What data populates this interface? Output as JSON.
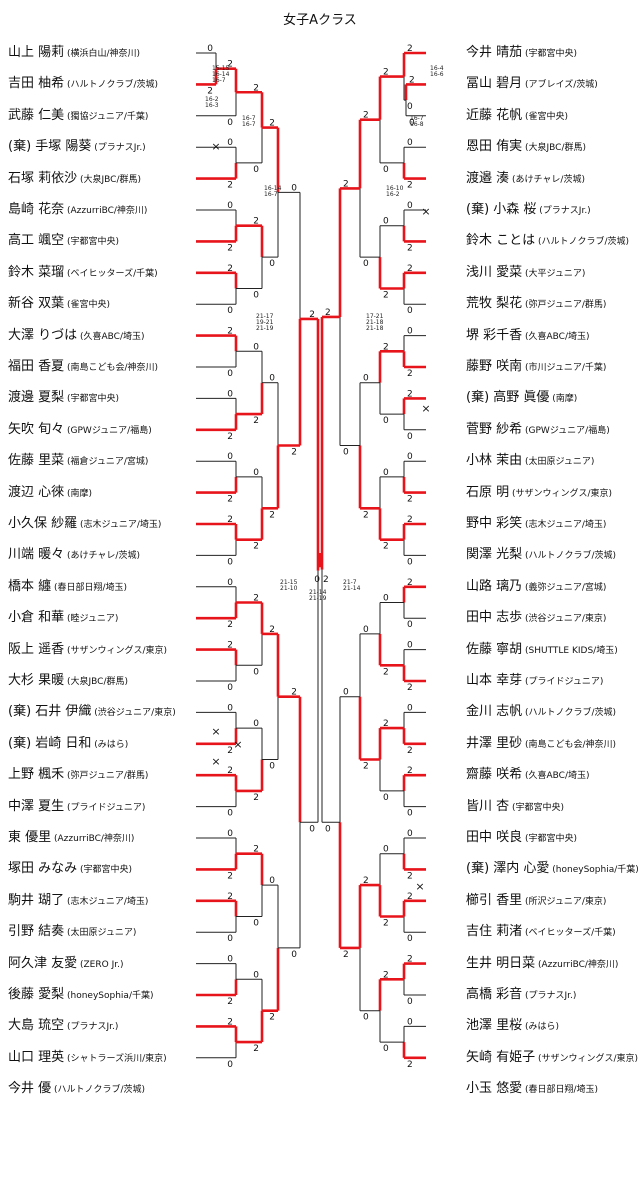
{
  "title": "女子Aクラス",
  "left": [
    {
      "name": "山上 陽莉",
      "club": "(横浜白山/神奈川)"
    },
    {
      "name": "吉田 柚希",
      "club": "(ハルトノクラブ/茨城)"
    },
    {
      "name": "武藤 仁美",
      "club": "(獨協ジュニア/千葉)"
    },
    {
      "name": "(棄) 手塚 陽葵",
      "club": "(プラナスJr.)"
    },
    {
      "name": "石塚 莉依沙",
      "club": "(大泉JBC/群馬)"
    },
    {
      "name": "島崎 花奈",
      "club": "(AzzurriBC/神奈川)"
    },
    {
      "name": "高工 颯空",
      "club": "(宇都宮中央)"
    },
    {
      "name": "鈴木 菜瑠",
      "club": "(ベイヒッターズ/千葉)"
    },
    {
      "name": "新谷 双葉",
      "club": "(雀宮中央)"
    },
    {
      "name": "大澤 りづは",
      "club": "(久喜ABC/埼玉)"
    },
    {
      "name": "福田 香夏",
      "club": "(南島こども会/神奈川)"
    },
    {
      "name": "渡邊 夏梨",
      "club": "(宇都宮中央)"
    },
    {
      "name": "矢吹 旬々",
      "club": "(GPWジュニア/福島)"
    },
    {
      "name": "佐藤 里菜",
      "club": "(福倉ジュニア/宮城)"
    },
    {
      "name": "渡辺 心徠",
      "club": "(南摩)"
    },
    {
      "name": "小久保 紗羅",
      "club": "(志木ジュニア/埼玉)"
    },
    {
      "name": "川端 暖々",
      "club": "(あけチャレ/茨城)"
    },
    {
      "name": "橋本 纏",
      "club": "(春日部日翔/埼玉)"
    },
    {
      "name": "小倉 和華",
      "club": "(睦ジュニア)"
    },
    {
      "name": "阪上 遥香",
      "club": "(サザンウィングス/東京)"
    },
    {
      "name": "大杉 果暖",
      "club": "(大泉JBC/群馬)"
    },
    {
      "name": "(棄) 石井 伊織",
      "club": "(渋谷ジュニア/東京)"
    },
    {
      "name": "(棄) 岩崎 日和",
      "club": "(みはら)"
    },
    {
      "name": "上野 楓禾",
      "club": "(弥戸ジュニア/群馬)"
    },
    {
      "name": "中澤 夏生",
      "club": "(プライドジュニア)"
    },
    {
      "name": "東 優里",
      "club": "(AzzurriBC/神奈川)"
    },
    {
      "name": "塚田 みなみ",
      "club": "(宇都宮中央)"
    },
    {
      "name": "駒井 瑚了",
      "club": "(志木ジュニア/埼玉)"
    },
    {
      "name": "引野 結奏",
      "club": "(太田原ジュニア)"
    },
    {
      "name": "阿久津 友愛",
      "club": "(ZERO Jr.)"
    },
    {
      "name": "後藤 愛梨",
      "club": "(honeySophia/千葉)"
    },
    {
      "name": "大島 琉空",
      "club": "(プラナスJr.)"
    },
    {
      "name": "山口 理英",
      "club": "(シャトラーズ浜川/東京)"
    },
    {
      "name": "今井 優",
      "club": "(ハルトノクラブ/茨城)"
    }
  ],
  "right": [
    {
      "name": "今井 晴茄",
      "club": "(宇都宮中央)"
    },
    {
      "name": "冨山 碧月",
      "club": "(アブレイズ/茨城)"
    },
    {
      "name": "近藤 花帆",
      "club": "(雀宮中央)"
    },
    {
      "name": "恩田 侑実",
      "club": "(大泉JBC/群馬)"
    },
    {
      "name": "渡邉 湊",
      "club": "(あけチャレ/茨城)"
    },
    {
      "name": "(棄) 小森 桜",
      "club": "(プラナスJr.)"
    },
    {
      "name": "鈴木 ことは",
      "club": "(ハルトノクラブ/茨城)"
    },
    {
      "name": "浅川 愛菜",
      "club": "(大平ジュニア)"
    },
    {
      "name": "荒牧 梨花",
      "club": "(弥戸ジュニア/群馬)"
    },
    {
      "name": "堺 彩千香",
      "club": "(久喜ABC/埼玉)"
    },
    {
      "name": "藤野 咲南",
      "club": "(市川ジュニア/千葉)"
    },
    {
      "name": "(棄) 高野 眞優",
      "club": "(南摩)"
    },
    {
      "name": "菅野 紗希",
      "club": "(GPWジュニア/福島)"
    },
    {
      "name": "小林 茉由",
      "club": "(太田原ジュニア)"
    },
    {
      "name": "石原 明",
      "club": "(サザンウィングス/東京)"
    },
    {
      "name": "野中 彩笑",
      "club": "(志木ジュニア/埼玉)"
    },
    {
      "name": "関澤 光梨",
      "club": "(ハルトノクラブ/茨城)"
    },
    {
      "name": "山路 璃乃",
      "club": "(義弥ジュニア/宮城)"
    },
    {
      "name": "田中 志歩",
      "club": "(渋谷ジュニア/東京)"
    },
    {
      "name": "佐藤 寧胡",
      "club": "(SHUTTLE KIDS/埼玉)"
    },
    {
      "name": "山本 幸芽",
      "club": "(プライドジュニア)"
    },
    {
      "name": "金川 志帆",
      "club": "(ハルトノクラブ/茨城)"
    },
    {
      "name": "井澤 里砂",
      "club": "(南島こども会/神奈川)"
    },
    {
      "name": "齋藤 咲希",
      "club": "(久喜ABC/埼玉)"
    },
    {
      "name": "皆川 杏",
      "club": "(宇都宮中央)"
    },
    {
      "name": "田中 咲良",
      "club": "(宇都宮中央)"
    },
    {
      "name": "(棄) 澤内 心愛",
      "club": "(honeySophia/千葉)"
    },
    {
      "name": "櫛引 香里",
      "club": "(所沢ジュニア/東京)"
    },
    {
      "name": "吉住 莉渚",
      "club": "(ベイヒッターズ/千葉)"
    },
    {
      "name": "生井 明日菜",
      "club": "(AzzurriBC/神奈川)"
    },
    {
      "name": "高橋 彩音",
      "club": "(プラナスJr.)"
    },
    {
      "name": "池澤 里桜",
      "club": "(みはら)"
    },
    {
      "name": "矢崎 有姫子",
      "club": "(サザンウィングス/東京)"
    },
    {
      "name": "小玉 悠愛",
      "club": "(春日部日翔/埼玉)"
    }
  ]
}
